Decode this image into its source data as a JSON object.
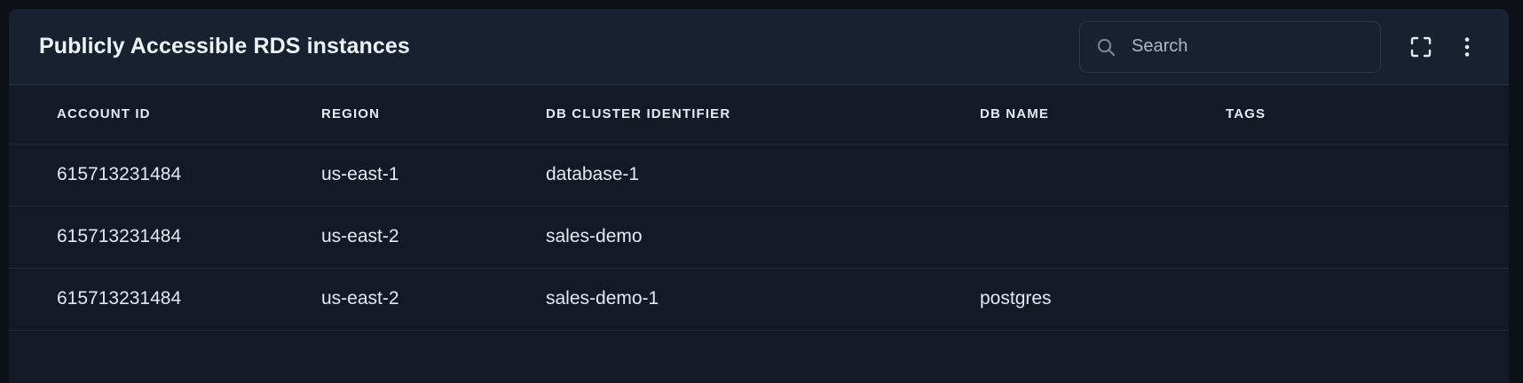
{
  "card": {
    "title": "Publicly Accessible RDS instances",
    "accent_color": "#182130",
    "body_color": "#131a25",
    "page_background": "#0d1117",
    "divider_color": "#222c3a",
    "text_color": "#e3e9f1"
  },
  "search": {
    "placeholder": "Search",
    "value": "",
    "icon": "search-icon"
  },
  "header_actions": [
    {
      "name": "fullscreen-icon",
      "label": "Fullscreen"
    },
    {
      "name": "more-options-icon",
      "label": "More options"
    }
  ],
  "table": {
    "columns": [
      {
        "key": "account_id",
        "label": "ACCOUNT ID"
      },
      {
        "key": "region",
        "label": "REGION"
      },
      {
        "key": "db_cluster_identifier",
        "label": "DB CLUSTER IDENTIFIER"
      },
      {
        "key": "db_name",
        "label": "DB NAME"
      },
      {
        "key": "tags",
        "label": "TAGS"
      }
    ],
    "rows": [
      {
        "account_id": "615713231484",
        "region": "us-east-1",
        "db_cluster_identifier": "database-1",
        "db_name": "",
        "tags": ""
      },
      {
        "account_id": "615713231484",
        "region": "us-east-2",
        "db_cluster_identifier": "sales-demo",
        "db_name": "",
        "tags": ""
      },
      {
        "account_id": "615713231484",
        "region": "us-east-2",
        "db_cluster_identifier": "sales-demo-1",
        "db_name": "postgres",
        "tags": ""
      }
    ]
  }
}
